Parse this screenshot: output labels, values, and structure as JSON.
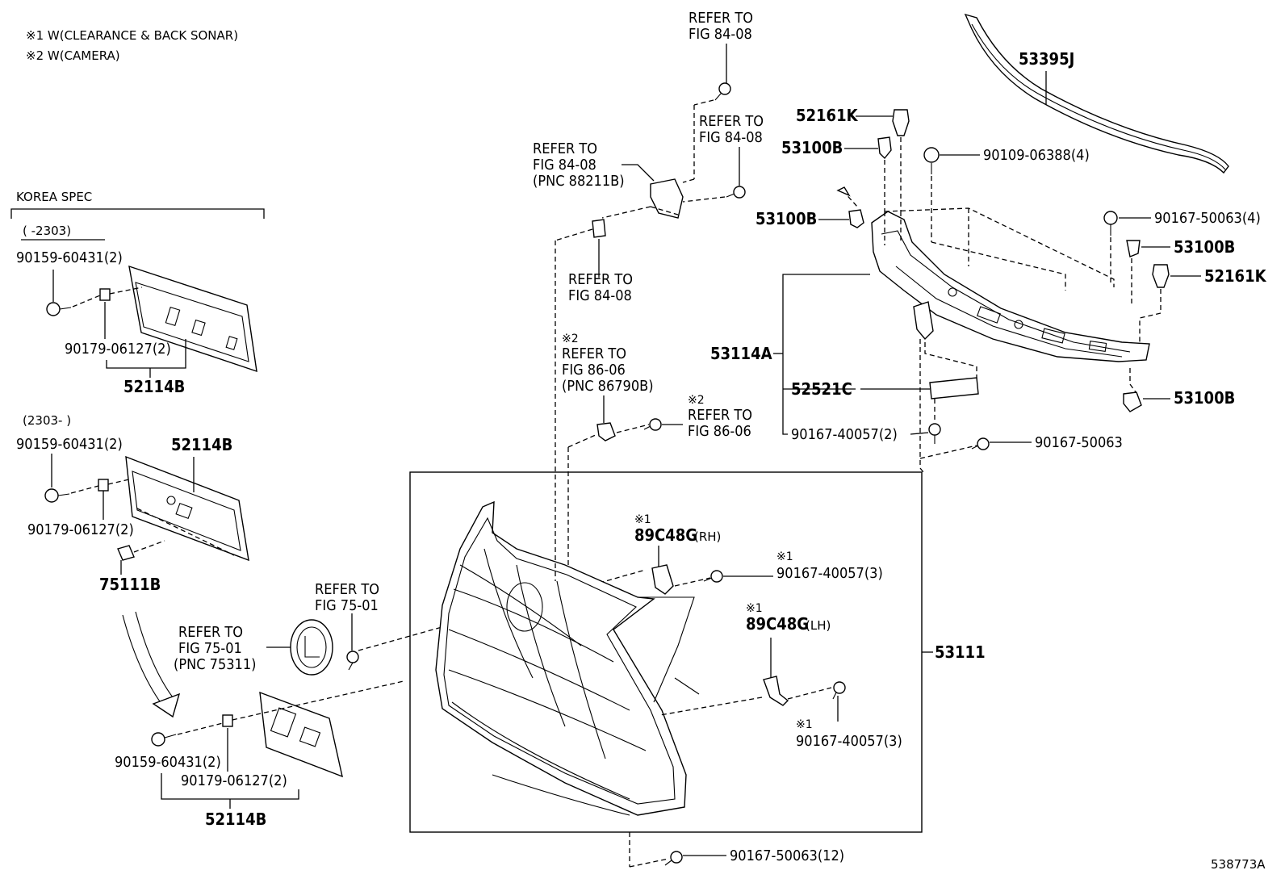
{
  "notes": {
    "note1": "※1 W(CLEARANCE & BACK SONAR)",
    "note2": "※2 W(CAMERA)"
  },
  "korea": {
    "title": "KOREA SPEC",
    "range1": "(      -2303)",
    "range2": "(2303-      )"
  },
  "labels": {
    "p53395J": "53395J",
    "p52161K_top": "52161K",
    "p53100B_1": "53100B",
    "p90109": "90109-06388(4)",
    "p53100B_2": "53100B",
    "p90167_50063_4": "90167-50063(4)",
    "p53100B_3": "53100B",
    "p52161K_r": "52161K",
    "p53114A": "53114A",
    "p52521C": "52521C",
    "p53100B_4": "53100B",
    "p90167_40057_2": "90167-40057(2)",
    "p90167_50063": "90167-50063",
    "p90159_a": "90159-60431(2)",
    "p90179_a": "90179-06127(2)",
    "p52114B_a": "52114B",
    "p90159_b": "90159-60431(2)",
    "p52114B_b": "52114B",
    "p90179_b": "90179-06127(2)",
    "p75111B": "75111B",
    "p90159_c": "90159-60431(2)",
    "p90179_c": "90179-06127(2)",
    "p52114B_c": "52114B",
    "p89C48G_rh": "89C48G",
    "rh": "(RH)",
    "p90167_40057_3a": "90167-40057(3)",
    "p89C48G_lh": "89C48G",
    "lh": "(LH)",
    "p90167_40057_3b": "90167-40057(3)",
    "p53111": "53111",
    "p90167_50063_12": "90167-50063(12)",
    "diagram_id": "538773A",
    "mark1": "※1",
    "mark2": "※2"
  },
  "refs": {
    "refer_to": "REFER TO",
    "fig_84_08": "FIG 84-08",
    "pnc_88211b": "(PNC 88211B)",
    "fig_86_06": "FIG 86-06",
    "pnc_86790b": "(PNC 86790B)",
    "fig_75_01": "FIG 75-01",
    "pnc_75311": "(PNC 75311)"
  }
}
